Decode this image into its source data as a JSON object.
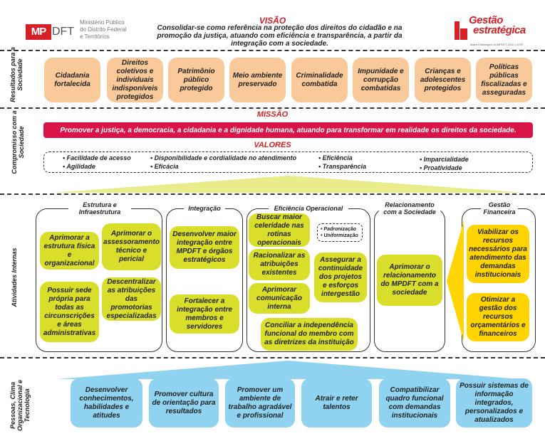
{
  "header": {
    "logo_mp": "MP",
    "logo_dft": "DFT",
    "logo_lines": [
      "Ministério Público",
      "do Distrito Federal",
      "e Territórios"
    ],
    "visao_title": "VISÃO",
    "visao_text": "Consolidar-se como referência na proteção dos direitos do cidadão e na promoção da justiça, atuando com eficiência e transparência, a partir da integração com a sociedade.",
    "ge_line1": "Gestão",
    "ge_line2": "estratégica",
    "ge_sub": "Mapa Estratégico do MPDFT 2010 • 2020"
  },
  "rows": {
    "resultados": "Resultados para a Sociedade",
    "compromisso": "Compromisso com a Sociedade",
    "atividades": "Atividades Internas",
    "pessoas": "Pessoas, Clima Organizacional e Tecnologia"
  },
  "resultados": [
    "Cidadania fortalecida",
    "Direitos coletivos e individuais indisponíveis protegidos",
    "Patrimônio público protegido",
    "Meio ambiente preservado",
    "Criminalidade combatida",
    "Impunidade e corrupção combatidas",
    "Crianças e adolescentes protegidos",
    "Políticas públicas fiscalizadas e asseguradas"
  ],
  "missao": {
    "title": "MISSÃO",
    "text": "Promover a justiça, a democracia, a cidadania e a dignidade humana, atuando para transformar em realidade os direitos da sociedade."
  },
  "valores": {
    "title": "VALORES",
    "items": [
      "• Facilidade de acesso",
      "• Agilidade",
      "• Disponibilidade e cordialidade no atendimento",
      "• Eficácia",
      "• Eficiência",
      "• Transparência",
      "• Imparcialidade",
      "• Proatividade"
    ]
  },
  "panels": {
    "estrutura": {
      "title": "Estrutura e Infraestrutura",
      "items": [
        "Aprimorar a estrutura física e organizacional",
        "Aprimorar o assessoramento técnico e pericial",
        "Possuir sede própria para todas as circunscrições e áreas administrativas",
        "Descentralizar as atribuições das promotorias especializadas"
      ]
    },
    "integracao": {
      "title": "Integração",
      "items": [
        "Desenvolver maior integração entre MPDFT e órgãos estratégicos",
        "Fortalecer a integração entre membros e servidores"
      ]
    },
    "eficiencia": {
      "title": "Eficiência Operacional",
      "items": [
        "Buscar maior celeridade nas rotinas operacionais",
        "Racionalizar as atribuições existentes",
        "Aprimorar comunicação interna",
        "Assegurar a continuidade dos projetos e esforços intergestão",
        "Conciliar a independência funcional do membro com as diretrizes da instituição"
      ],
      "mini": [
        "• Padronização",
        "• Uniformização"
      ]
    },
    "relacionamento": {
      "title": "Relacionamento com a Sociedade",
      "items": [
        "Aprimorar o relacionamento do MPDFT com a sociedade"
      ]
    },
    "financeira": {
      "title": "Gestão Financeira",
      "items": [
        "Viabilizar os recursos necessários para atendimento das demandas institucionais",
        "Otimizar a gestão dos recursos orçamentários e financeiros"
      ]
    }
  },
  "pessoas": [
    "Desenvolver conhecimentos, habilidades e atitudes",
    "Promover cultura de orientação para resultados",
    "Promover um ambiente de trabalho agradável e profissional",
    "Atrair e reter talentos",
    "Compatibilizar quadro funcional com demandas institucionais",
    "Possuir sistemas de informação integrados, personalizados e atualizados"
  ],
  "colors": {
    "red": "#d71f26",
    "missao_bar": "#d81448",
    "results": "#f9c99a",
    "activity_green": "#d9de2a",
    "finance_yellow": "#ffd400",
    "people_blue": "#8fd3f1",
    "arrow_yellow": "#e8ec8a"
  }
}
